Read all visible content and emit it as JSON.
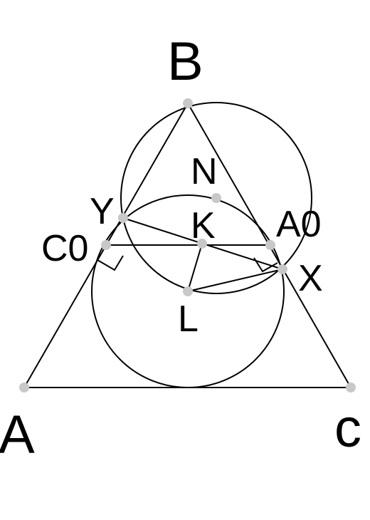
{
  "points": {
    "A": "A",
    "B": "B",
    "C": "c",
    "A0": "A0",
    "C0": "C0",
    "N": "N",
    "K": "K",
    "L": "L",
    "X": "X",
    "Y": "Y"
  },
  "colors": {
    "line": "#000000",
    "point": "#c8c8c8",
    "background": "#ffffff"
  }
}
